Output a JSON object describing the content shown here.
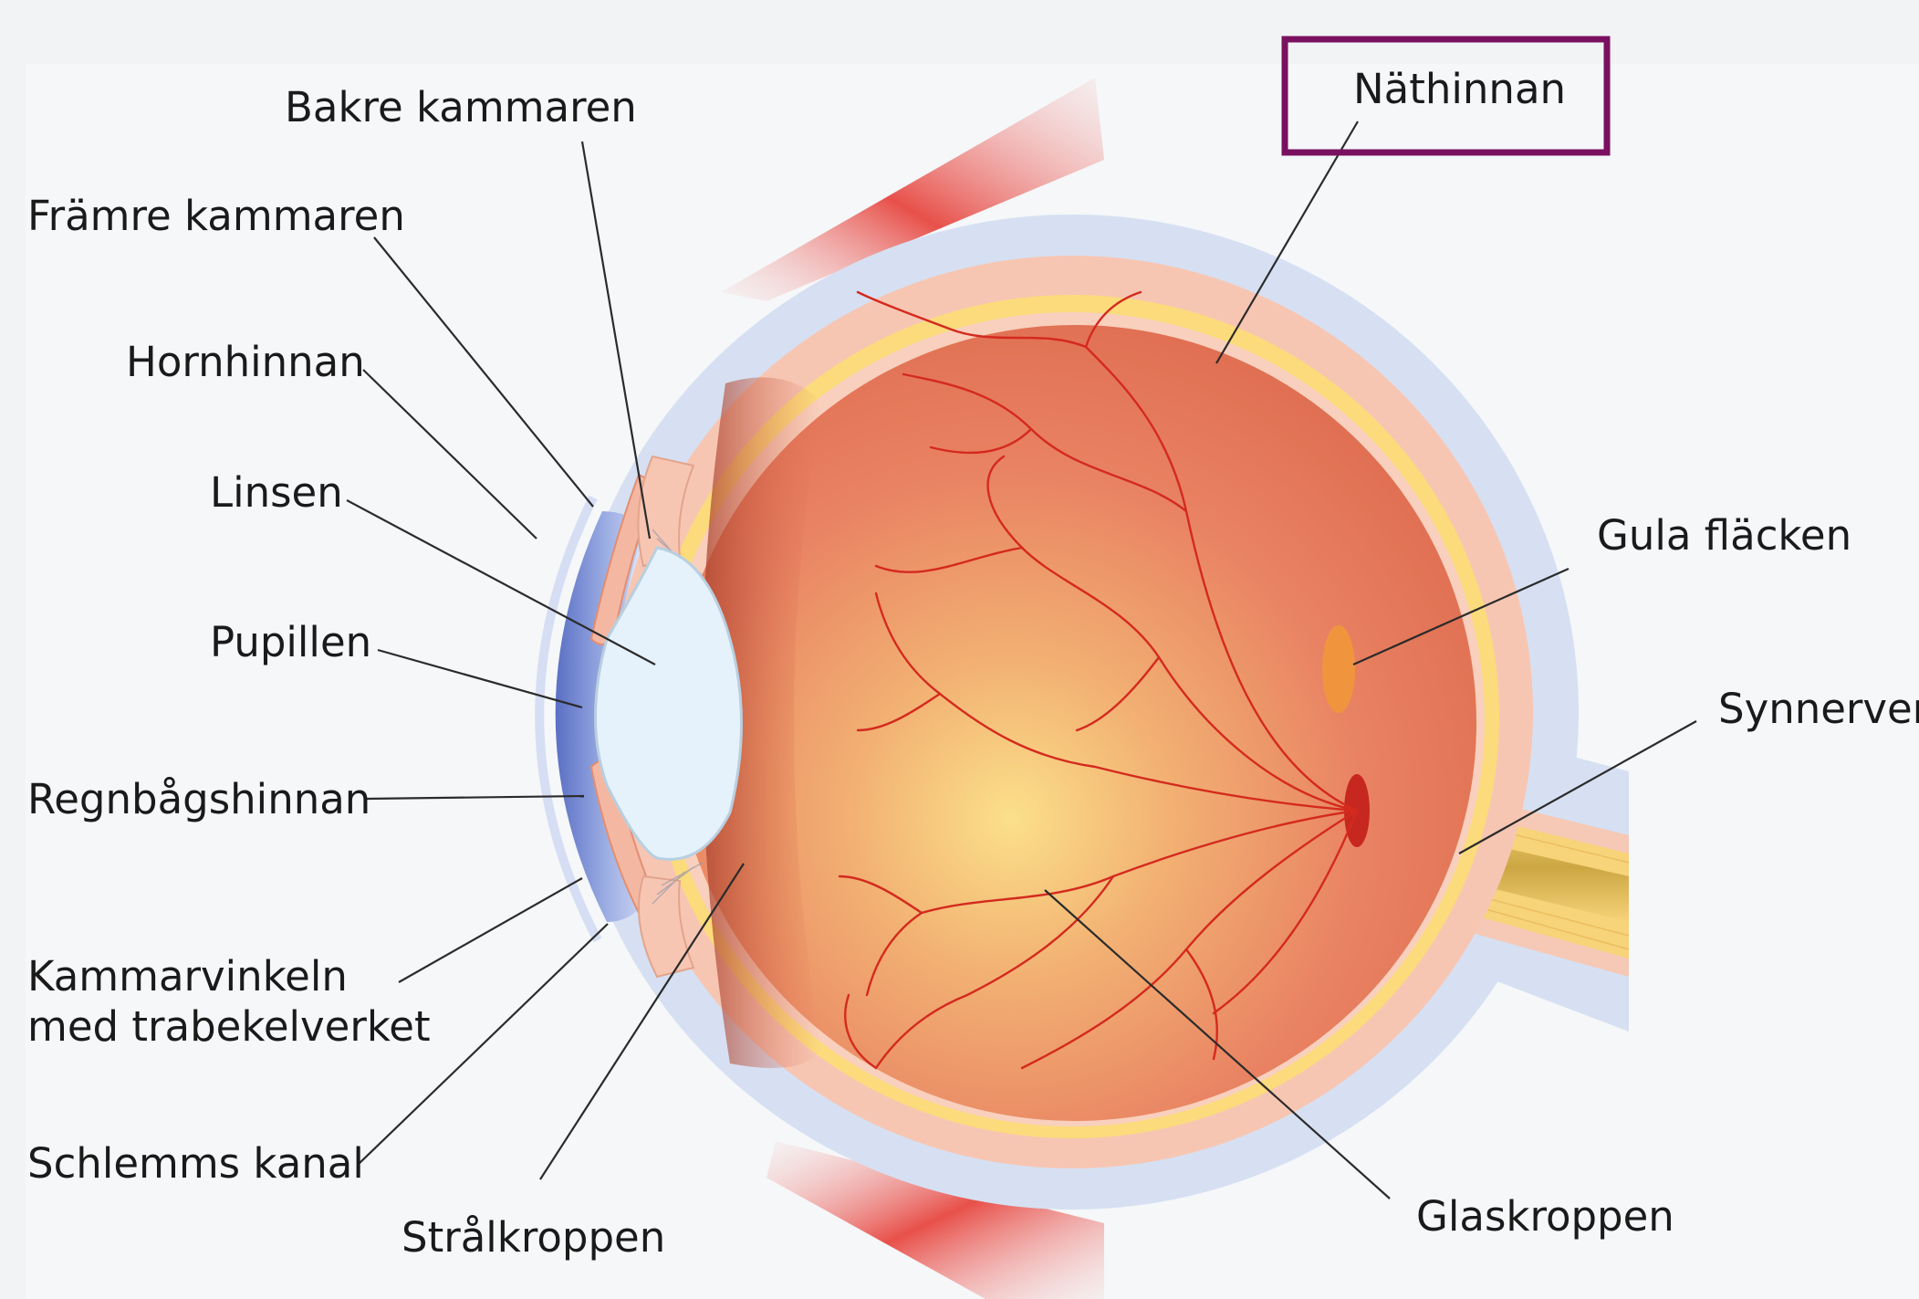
{
  "diagram": {
    "highlighted_label": "retina",
    "highlight_color": "#7a1060",
    "labels": {
      "posterior_chamber": "Bakre kammaren",
      "anterior_chamber": "Främre kammaren",
      "cornea": "Hornhinnan",
      "lens": "Linsen",
      "pupil": "Pupillen",
      "iris": "Regnbågshinnan",
      "chamber_angle_line1": "Kammarvinkeln",
      "chamber_angle_line2": "med trabekelverket",
      "schlemms_canal": "Schlemms kanal",
      "ciliary_body": "Strålkroppen",
      "retina": "Näthinnan",
      "macula": "Gula fläcken",
      "optic_nerve": "Synnerven",
      "vitreous_body": "Glaskroppen"
    }
  }
}
